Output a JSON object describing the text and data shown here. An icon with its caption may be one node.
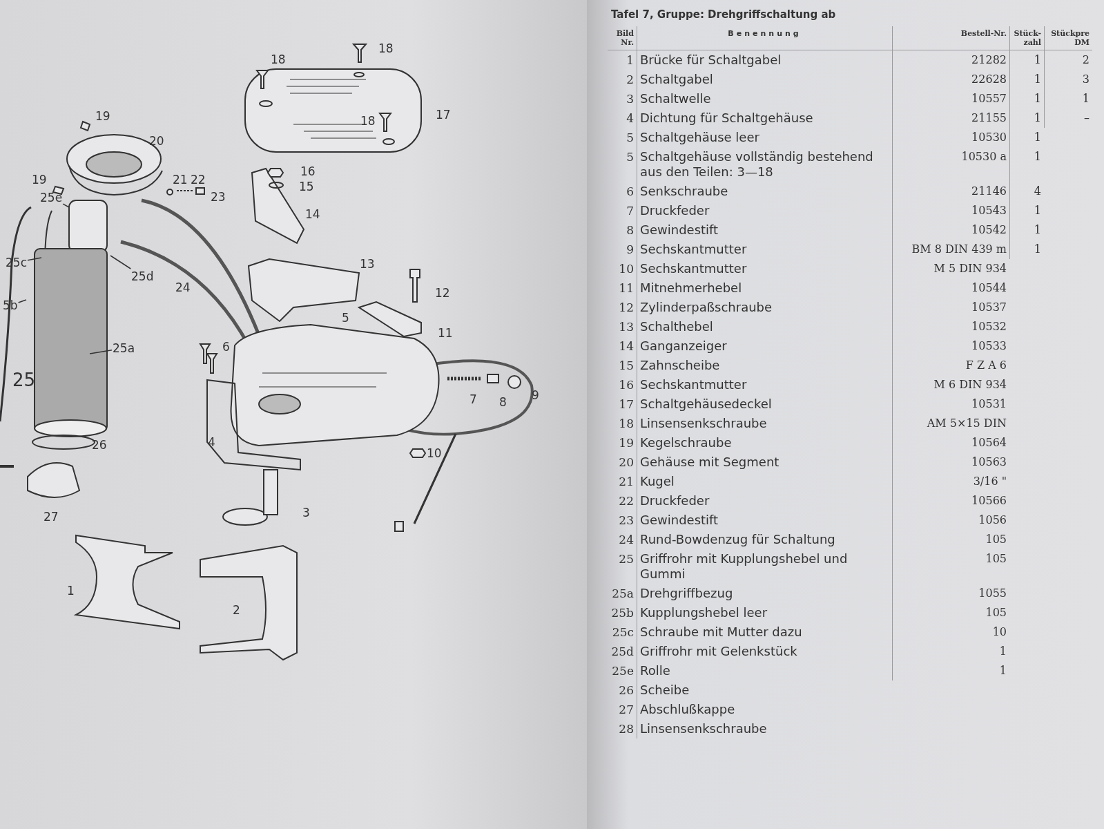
{
  "diagram": {
    "title": "Tafel 7, Gruppe: Drehgriffschaltung ab",
    "nodes": [
      {
        "text": [
          "25e"
        ]
      },
      {
        "text": [
          "25c"
        ]
      },
      {
        "text": [
          "25d"
        ]
      },
      {
        "text": [
          "5b"
        ]
      },
      {
        "text": [
          "25a"
        ]
      }
    ],
    "edges": [
      {
        "from": 0,
        "to": null,
        "arrow": "none"
      },
      {
        "from": 1,
        "to": null,
        "arrow": "none"
      },
      {
        "from": 2,
        "to": null,
        "arrow": "none"
      },
      {
        "from": 3,
        "to": null,
        "arrow": "none"
      },
      {
        "from": 4,
        "to": null,
        "arrow": "none"
      }
    ],
    "labels": [
      "18",
      "18",
      "19",
      "18",
      "17",
      "20",
      "16",
      "19",
      "21",
      "22",
      "15",
      "23",
      "14",
      "13",
      "24",
      "12",
      "5",
      "11",
      "6",
      "25",
      "7",
      "8",
      "9",
      "26",
      "4",
      "10",
      "27",
      "3",
      "1",
      "2",
      "Bild Nr.",
      "Benennung",
      "Bestell-Nr.",
      "Stück-zahl",
      "Stückpre DM",
      "1",
      "Brücke für Schaltgabel",
      "21282",
      "1",
      "2",
      "2",
      "Schaltgabel",
      "22628",
      "1",
      "3",
      "3",
      "Schaltwelle",
      "10557",
      "1",
      "1",
      "4",
      "Dichtung für Schaltgehäuse",
      "21155",
      "1",
      "–",
      "5",
      "Schaltgehäuse leer",
      "10530",
      "1",
      "5",
      "Schaltgehäuse vollständig bestehend aus den Teilen: 3—18",
      "10530 a",
      "1",
      "6",
      "Senkschraube",
      "21146",
      "4",
      "7",
      "Druckfeder",
      "10543",
      "1",
      "8",
      "Gewindestift",
      "10542",
      "1",
      "9",
      "Sechskantmutter",
      "BM 8 DIN 439 m",
      "1",
      "10",
      "Sechskantmutter",
      "M 5 DIN 934",
      "11",
      "Mitnehmerhebel",
      "10544",
      "12",
      "Zylinderpaßschraube",
      "10537",
      "13",
      "Schalthebel",
      "10532",
      "14",
      "Ganganzeiger",
      "10533",
      "15",
      "Zahnscheibe",
      "F Z A 6",
      "16",
      "Sechskantmutter",
      "M 6 DIN 934",
      "17",
      "Schaltgehäusedeckel",
      "10531",
      "18",
      "Linsensenkschraube",
      "AM 5×15 DIN",
      "19",
      "Kegelschraube",
      "10564",
      "20",
      "Gehäuse mit Segment",
      "10563",
      "21",
      "Kugel",
      "3/16 \"",
      "22",
      "Druckfeder",
      "10566",
      "23",
      "Gewindestift",
      "1056",
      "24",
      "Rund-Bowdenzug für Schaltung",
      "105",
      "25",
      "Griffrohr mit Kupplungshebel und Gummi",
      "105",
      "25a",
      "Drehgriffbezug",
      "1055",
      "25b",
      "Kupplungshebel leer",
      "105",
      "25c",
      "Schraube mit Mutter dazu",
      "10",
      "25d",
      "Griffrohr mit Gelenkstück",
      "1",
      "25e",
      "Rolle",
      "1",
      "26",
      "Scheibe",
      "27",
      "Abschlußkappe",
      "28",
      "Linsensenkschraube"
    ]
  }
}
